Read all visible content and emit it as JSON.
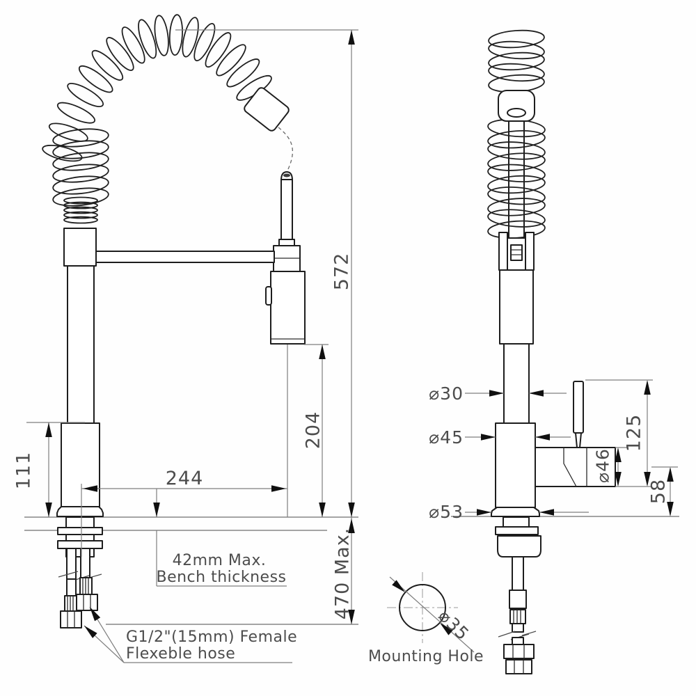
{
  "front_view": {
    "overall_height": "572",
    "spout_outlet_height": "204",
    "spout_reach": "244",
    "base_body_height": "111",
    "hose_drop_max": "470 Max.",
    "bench_note_line1": "42mm Max.",
    "bench_note_line2": "Bench thickness",
    "hose_note_line1": "G1/2\"(15mm) Female",
    "hose_note_line2": "Flexeble hose"
  },
  "side_view": {
    "spout_tube_diameter": "⌀30",
    "body_diameter": "⌀45",
    "base_diameter": "⌀53",
    "handle_body_diameter": "⌀46",
    "handle_top_height": "125",
    "spout_clearance_height": "58"
  },
  "mounting_hole": {
    "label": "Mounting Hole",
    "diameter": "⌀35"
  }
}
